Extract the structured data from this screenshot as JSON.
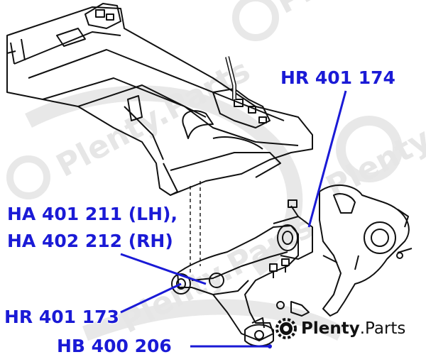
{
  "callouts": {
    "hr401174": "HR 401 174",
    "ha401211": "HA 401 211 (LH),",
    "ha402212": "HA 402 212 (RH)",
    "hr401173": "HR 401 173",
    "hb400206": "HB 400 206"
  },
  "brand": {
    "name": "Plenty",
    "suffix": ".Parts"
  },
  "colors": {
    "callout": "#1a1ad6",
    "line": "#111111",
    "watermark": "#dddddd"
  }
}
